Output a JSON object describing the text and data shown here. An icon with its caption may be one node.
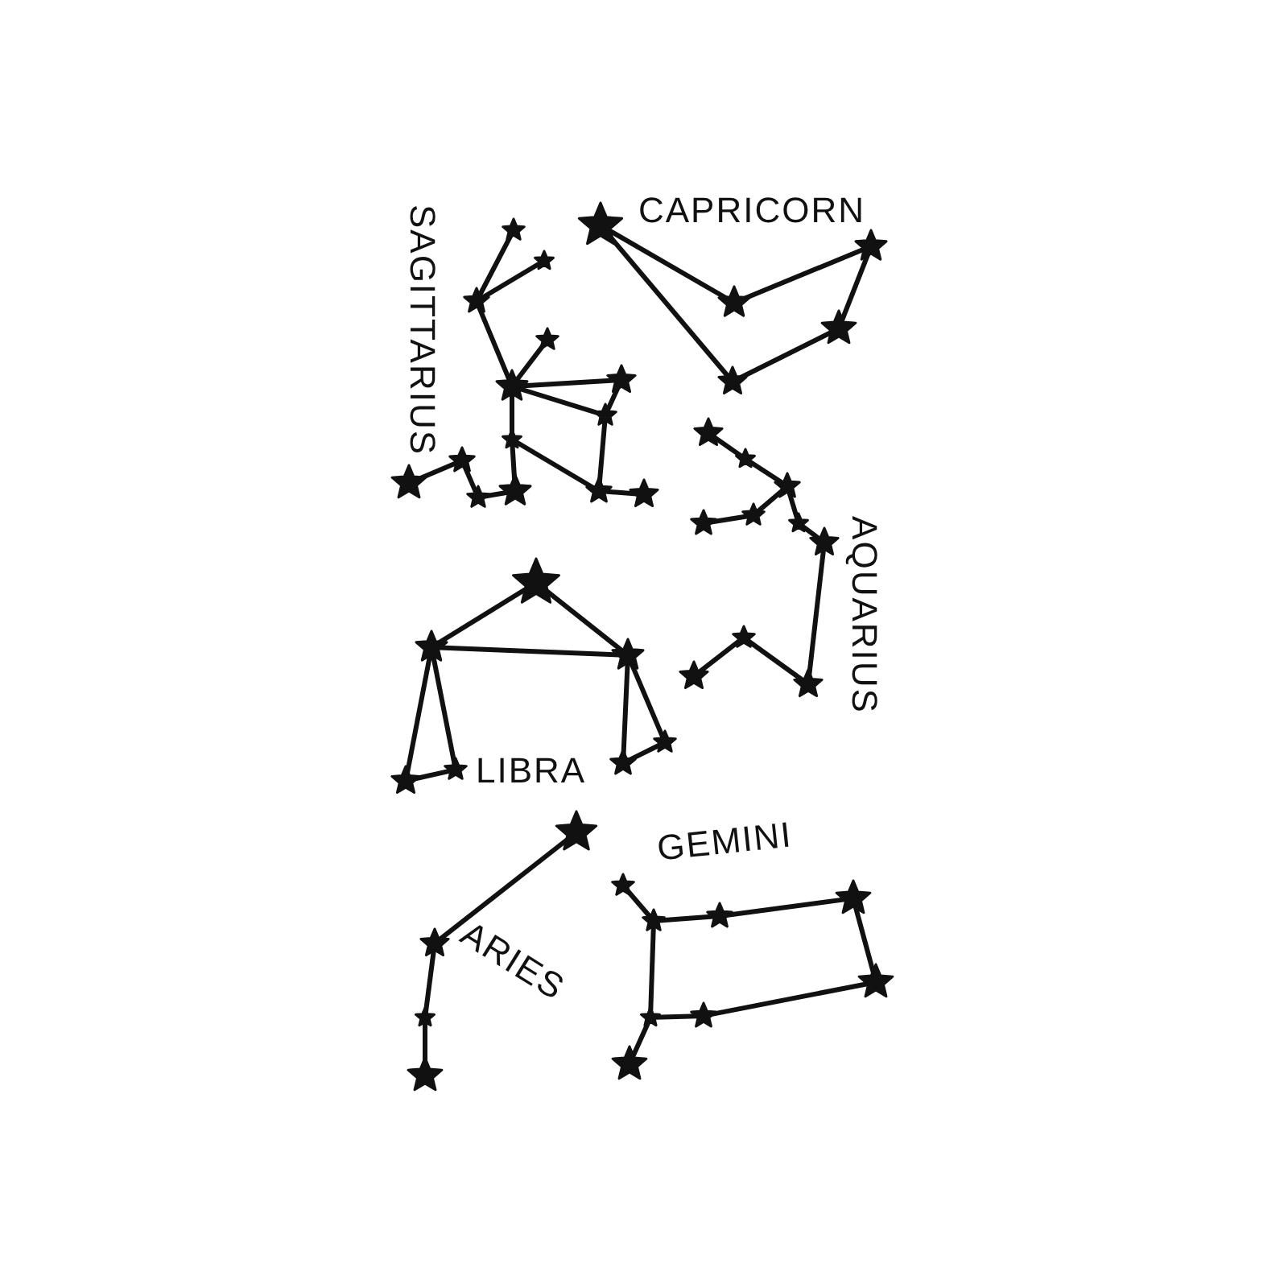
{
  "diagram": {
    "nodes": [
      {
        "text": [],
        "shape": "star"
      },
      {
        "text": [],
        "shape": "star"
      },
      {
        "text": [],
        "shape": "star"
      },
      {
        "text": [],
        "shape": "star"
      },
      {
        "text": [],
        "shape": "star"
      },
      {
        "text": [],
        "shape": "star"
      },
      {
        "text": [],
        "shape": "star"
      },
      {
        "text": [],
        "shape": "star"
      },
      {
        "text": [],
        "shape": "star"
      },
      {
        "text": [],
        "shape": "star"
      },
      {
        "text": [],
        "shape": "star"
      },
      {
        "text": [],
        "shape": "star"
      },
      {
        "text": [],
        "shape": "star"
      },
      {
        "text": [],
        "shape": "star"
      },
      {
        "text": [],
        "shape": "star"
      },
      {
        "text": [],
        "shape": "star"
      },
      {
        "text": [],
        "shape": "star"
      },
      {
        "text": [],
        "shape": "star"
      },
      {
        "text": [],
        "shape": "star"
      },
      {
        "text": [],
        "shape": "star"
      },
      {
        "text": [],
        "shape": "star"
      },
      {
        "text": [],
        "shape": "star"
      },
      {
        "text": [],
        "shape": "star"
      },
      {
        "text": [],
        "shape": "star"
      },
      {
        "text": [],
        "shape": "star"
      },
      {
        "text": [],
        "shape": "star"
      },
      {
        "text": [],
        "shape": "star"
      },
      {
        "text": [],
        "shape": "star"
      },
      {
        "text": [],
        "shape": "star"
      },
      {
        "text": [],
        "shape": "star"
      },
      {
        "text": [],
        "shape": "star"
      },
      {
        "text": [],
        "shape": "star"
      },
      {
        "text": [],
        "shape": "star"
      },
      {
        "text": [],
        "shape": "star"
      },
      {
        "text": [],
        "shape": "star"
      },
      {
        "text": [],
        "shape": "star"
      },
      {
        "text": [],
        "shape": "star"
      },
      {
        "text": [],
        "shape": "star"
      },
      {
        "text": [],
        "shape": "star"
      },
      {
        "text": [],
        "shape": "star"
      },
      {
        "text": [],
        "shape": "star"
      },
      {
        "text": [],
        "shape": "star"
      },
      {
        "text": [],
        "shape": "star"
      },
      {
        "text": [],
        "shape": "star"
      },
      {
        "text": [],
        "shape": "star"
      },
      {
        "text": [],
        "shape": "star"
      },
      {
        "text": [],
        "shape": "star"
      },
      {
        "text": [],
        "shape": "star"
      }
    ],
    "edges": [
      {
        "from": 0,
        "to": 1,
        "arrow": "none"
      },
      {
        "from": 1,
        "to": 2,
        "arrow": "none"
      },
      {
        "from": 2,
        "to": 3,
        "arrow": "none"
      },
      {
        "from": 3,
        "to": 4,
        "arrow": "none"
      },
      {
        "from": 4,
        "to": 0,
        "arrow": "none"
      },
      {
        "from": 5,
        "to": 7,
        "arrow": "none"
      },
      {
        "from": 6,
        "to": 7,
        "arrow": "none"
      },
      {
        "from": 7,
        "to": 8,
        "arrow": "none"
      },
      {
        "from": 9,
        "to": 8,
        "arrow": "none"
      },
      {
        "from": 8,
        "to": 10,
        "arrow": "none"
      },
      {
        "from": 8,
        "to": 11,
        "arrow": "none"
      },
      {
        "from": 10,
        "to": 11,
        "arrow": "none"
      },
      {
        "from": 8,
        "to": 12,
        "arrow": "none"
      },
      {
        "from": 12,
        "to": 13,
        "arrow": "none"
      },
      {
        "from": 12,
        "to": 14,
        "arrow": "none"
      },
      {
        "from": 11,
        "to": 14,
        "arrow": "none"
      },
      {
        "from": 14,
        "to": 15,
        "arrow": "none"
      },
      {
        "from": 13,
        "to": 17,
        "arrow": "none"
      },
      {
        "from": 17,
        "to": 16,
        "arrow": "none"
      },
      {
        "from": 16,
        "to": 18,
        "arrow": "none"
      },
      {
        "from": 19,
        "to": 20,
        "arrow": "none"
      },
      {
        "from": 20,
        "to": 21,
        "arrow": "none"
      },
      {
        "from": 21,
        "to": 22,
        "arrow": "none"
      },
      {
        "from": 22,
        "to": 23,
        "arrow": "none"
      },
      {
        "from": 21,
        "to": 24,
        "arrow": "none"
      },
      {
        "from": 24,
        "to": 25,
        "arrow": "none"
      },
      {
        "from": 25,
        "to": 26,
        "arrow": "none"
      },
      {
        "from": 26,
        "to": 27,
        "arrow": "none"
      },
      {
        "from": 27,
        "to": 28,
        "arrow": "none"
      },
      {
        "from": 29,
        "to": 30,
        "arrow": "none"
      },
      {
        "from": 29,
        "to": 31,
        "arrow": "none"
      },
      {
        "from": 30,
        "to": 31,
        "arrow": "none"
      },
      {
        "from": 30,
        "to": 32,
        "arrow": "none"
      },
      {
        "from": 30,
        "to": 33,
        "arrow": "none"
      },
      {
        "from": 32,
        "to": 33,
        "arrow": "none"
      },
      {
        "from": 31,
        "to": 34,
        "arrow": "none"
      },
      {
        "from": 31,
        "to": 35,
        "arrow": "none"
      },
      {
        "from": 34,
        "to": 35,
        "arrow": "none"
      },
      {
        "from": 36,
        "to": 37,
        "arrow": "none"
      },
      {
        "from": 37,
        "to": 38,
        "arrow": "none"
      },
      {
        "from": 38,
        "to": 39,
        "arrow": "none"
      },
      {
        "from": 40,
        "to": 41,
        "arrow": "none"
      },
      {
        "from": 41,
        "to": 42,
        "arrow": "none"
      },
      {
        "from": 42,
        "to": 43,
        "arrow": "none"
      },
      {
        "from": 43,
        "to": 44,
        "arrow": "none"
      },
      {
        "from": 44,
        "to": 45,
        "arrow": "none"
      },
      {
        "from": 45,
        "to": 46,
        "arrow": "none"
      },
      {
        "from": 46,
        "to": 41,
        "arrow": "none"
      },
      {
        "from": 46,
        "to": 47,
        "arrow": "none"
      }
    ],
    "labels": [
      "CAPRICORN",
      "SAGITTARIUS",
      "AQUARIUS",
      "LIBRA",
      "GEMINI",
      "ARIES"
    ]
  }
}
